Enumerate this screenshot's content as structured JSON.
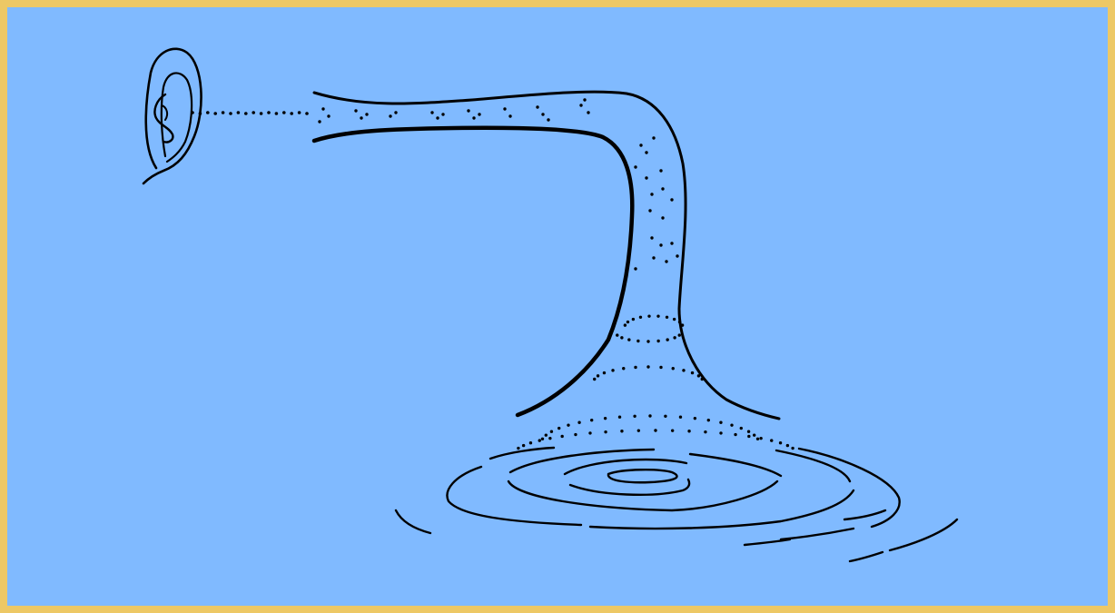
{
  "illustration": {
    "subject": "ear-listening-to-horn-over-water-ripples",
    "colors": {
      "background": "#80baff",
      "border": "#edc865",
      "ink": "#000000"
    },
    "elements": [
      "ear-icon",
      "sound-dots",
      "horn-tube",
      "ripple-rings"
    ]
  }
}
